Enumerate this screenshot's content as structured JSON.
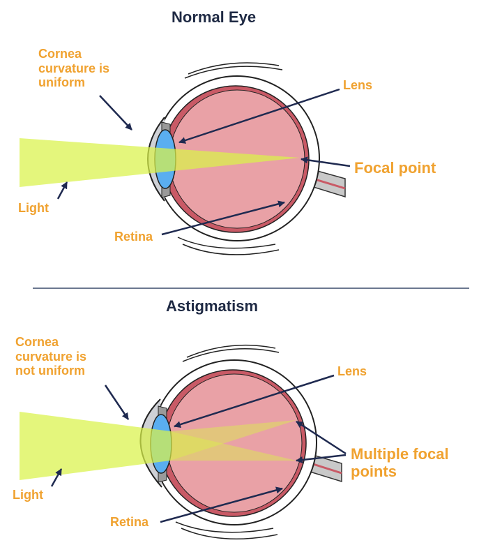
{
  "colors": {
    "label": "#f0a230",
    "title": "#1f2a44",
    "arrow": "#1f2a50",
    "sclera_fill": "#ffffff",
    "eye_interior": "#e9a1a6",
    "choroid": "#c95a66",
    "lens": "#5aaef0",
    "light_beam": "#d9f24a",
    "iris_grey": "#b0b0b0",
    "divider": "#3a4a6a"
  },
  "normal": {
    "title": "Normal Eye",
    "cornea_label": [
      "Cornea",
      "curvature is",
      "uniform"
    ],
    "lens_label": "Lens",
    "focal_label": "Focal point",
    "light_label": "Light",
    "retina_label": "Retina"
  },
  "astig": {
    "title": "Astigmatism",
    "cornea_label": [
      "Cornea",
      "curvature is",
      "not uniform"
    ],
    "lens_label": "Lens",
    "focal_label": [
      "Multiple focal",
      "points"
    ],
    "light_label": "Light",
    "retina_label": "Retina"
  }
}
